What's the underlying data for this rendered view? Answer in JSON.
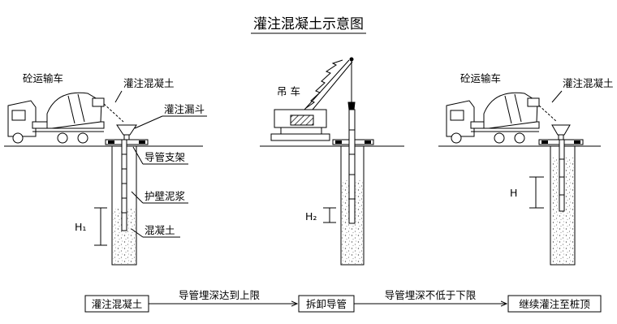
{
  "title": "灌注混凝土示意图",
  "left_panel": {
    "truck_label": "砼运输车",
    "pour_label": "灌注混凝土",
    "hopper_label": "灌注漏斗",
    "pipe_support_label": "导管支架",
    "mud_label": "护壁泥浆",
    "concrete_label": "混凝土",
    "depth_label": "H₁"
  },
  "middle_panel": {
    "crane_label": "吊  车",
    "depth_label": "H₂"
  },
  "right_panel": {
    "truck_label": "砼运输车",
    "pour_label": "灌注混凝土",
    "depth_label": "H"
  },
  "flow": {
    "step1": "灌注混凝土",
    "arrow1_label": "导管埋深达到上限",
    "step2": "拆卸导管",
    "arrow2_label": "导管埋深不低于下限",
    "step3": "继续灌注至桩顶"
  }
}
